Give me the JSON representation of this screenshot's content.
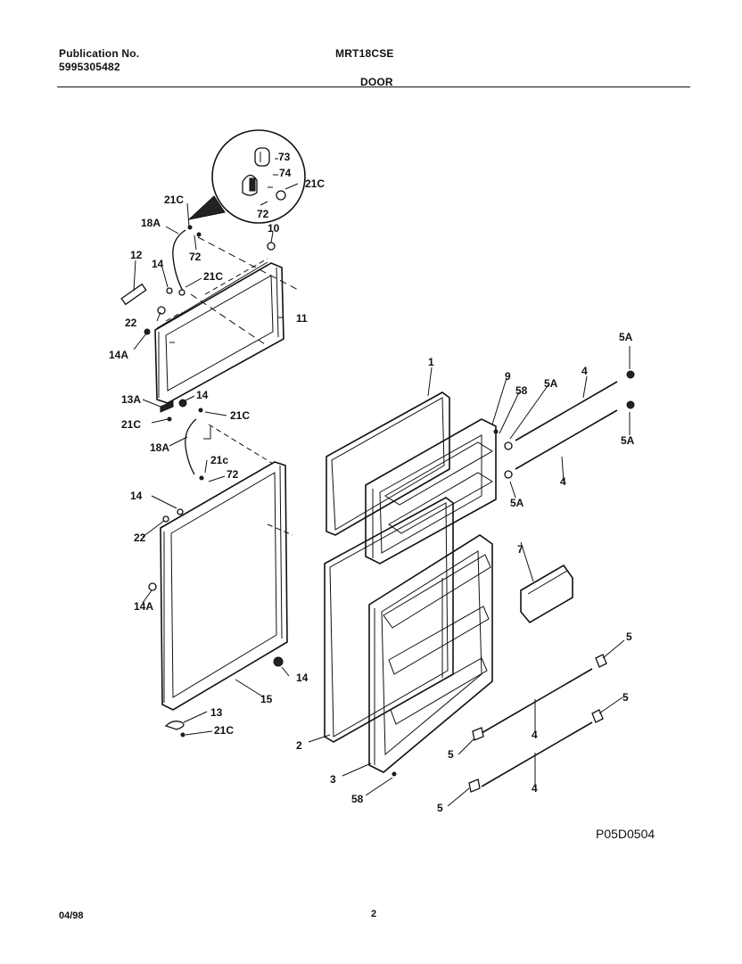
{
  "header": {
    "publication_label": "Publication No.",
    "publication_number": "5995305482",
    "model": "MRT18CSE",
    "section": "DOOR"
  },
  "footer": {
    "date": "04/98",
    "page": "2"
  },
  "diagram_code": "P05D0504",
  "callouts": {
    "c73": "73",
    "c74": "74",
    "c21c_top": "21C",
    "c72_zoom": "72",
    "c21c_a": "21C",
    "c18a_top": "18A",
    "c72_a": "72",
    "c10": "10",
    "c12": "12",
    "c14_a": "14",
    "c21c_b": "21C",
    "c11": "11",
    "c22_a": "22",
    "c14a_a": "14A",
    "c13a": "13A",
    "c14_b": "14",
    "c21c_c": "21C",
    "c21c_d": "21C",
    "c18a_b": "18A",
    "c21c_lower": "21c",
    "c72_b": "72",
    "c14_c": "14",
    "c22_b": "22",
    "c14a_b": "14A",
    "c14_d": "14",
    "c15": "15",
    "c13": "13",
    "c21c_e": "21C",
    "c1": "1",
    "c9": "9",
    "c58_a": "58",
    "c5a_a": "5A",
    "c4_a": "4",
    "c5a_b": "5A",
    "c5a_c": "5A",
    "c4_b": "4",
    "c5a_d": "5A",
    "c7": "7",
    "c2": "2",
    "c3": "3",
    "c58_b": "58",
    "c5_a": "5",
    "c5_b": "5",
    "c4_c": "4",
    "c5_c": "5",
    "c4_d": "4",
    "c5_d": "5"
  }
}
